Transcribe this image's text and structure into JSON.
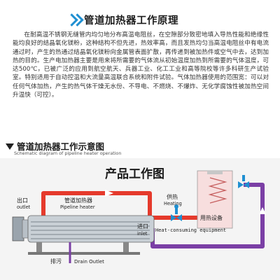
{
  "header": {
    "title": "管道加热器工作原理"
  },
  "description": {
    "paragraph": "在耐高温不锈钢无缝管内均匀地分布高温电阻丝，在空隙部分致密地填入导热性能和绝缘性能均良好的结晶氧化镁粉，这种结构不但先进，热效率高，而且发热均匀当高温电阻丝中有电流通过时，产生的热通过结晶氧化镁粉向金属管表面扩散，再传递到被加热件或空气中去，达到加热的目的。生产电加热器主要是用来将所需要的气体流从初始温度加热到所需要的气体温度，可达500℃，已被广泛的应用到航空航天、兵器工业、化工工业和高等院校等许多科研生产试验室。特别适用于自动控温和大流量高温联合系统和附件试验。气体加热器使用的范围宽：可以对任何气体加热，产生的热气体干燥无水份、不导电、不燃烧、不爆炸、无化学腐蚀性被加热空间升温快（可控）。"
  },
  "section": {
    "title": "管道加热器工作示意图",
    "subtitle": "Schematic diagram of pipeline heater operation"
  },
  "diagram": {
    "heading": "产品工作图",
    "outlet_label": "出口",
    "outlet_en": "outlet",
    "heater_label": "管道加热器",
    "heater_en": "Pipeline heater",
    "heating_label": "供热",
    "heating_en": "Heating",
    "equipment_label": "用热设备",
    "equipment_en": "Heat-consuming equipment",
    "inlet_label": "进口",
    "inlet_en": "inlet",
    "drain_label": "排污",
    "drain_en": "Drain Outlet",
    "colors": {
      "hot_pipe": "#e53a2c",
      "cold_pipe": "#7b3fa5",
      "accent": "#1f8fd1",
      "equipment": "#f7dede"
    }
  }
}
